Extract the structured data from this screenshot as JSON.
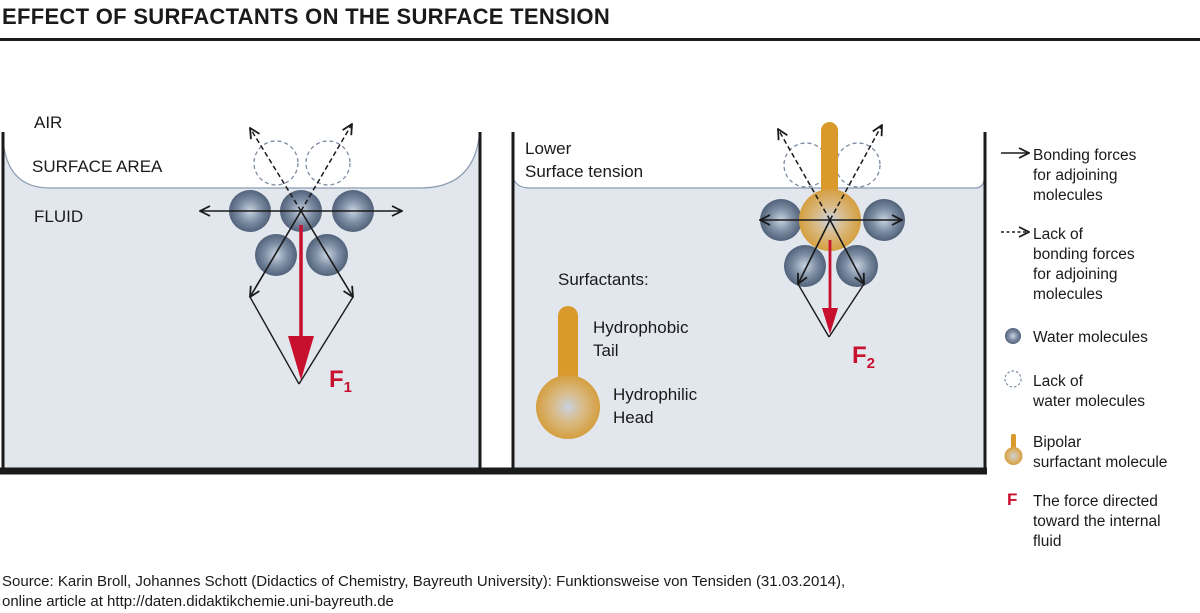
{
  "title": "EFFECT OF SURFACTANTS ON THE SURFACE TENSION",
  "left_panel": {
    "air_label": "AIR",
    "surface_label": "SURFACE AREA",
    "fluid_label": "FLUID",
    "force_letter": "F",
    "force_sub": "1"
  },
  "right_panel": {
    "surface_label_line1": "Lower",
    "surface_label_line2": "Surface tension",
    "surfactants_label": "Surfactants:",
    "tail_label_line1": "Hydrophobic",
    "tail_label_line2": "Tail",
    "head_label_line1": "Hydrophilic",
    "head_label_line2": "Head",
    "force_letter": "F",
    "force_sub": "2"
  },
  "legend": {
    "bonding": [
      "Bonding forces",
      "for adjoining",
      "molecules"
    ],
    "lack_bonding": [
      "Lack of",
      "bonding forces",
      "for adjoining",
      "molecules"
    ],
    "water": [
      "Water molecules"
    ],
    "lack_water": [
      "Lack of",
      "water molecules"
    ],
    "surfactant": [
      "Bipolar",
      "surfactant molecule"
    ],
    "force_icon": "F",
    "force": [
      "The force directed",
      "toward the internal",
      "fluid"
    ]
  },
  "source": {
    "line1": "Source: Karin Broll, Johannes Schott (Didactics of Chemistry, Bayreuth University): Funktionsweise von Tensiden (31.03.2014),",
    "line2": "online article at http://daten.didaktikchemie.uni-bayreuth.de"
  },
  "colors": {
    "fluid": "#e2e7ee",
    "water_molecule": "#5c6d85",
    "surfactant_tail": "#d99a2b",
    "surfactant_head": "#d9b070",
    "force": "#c8102e"
  }
}
